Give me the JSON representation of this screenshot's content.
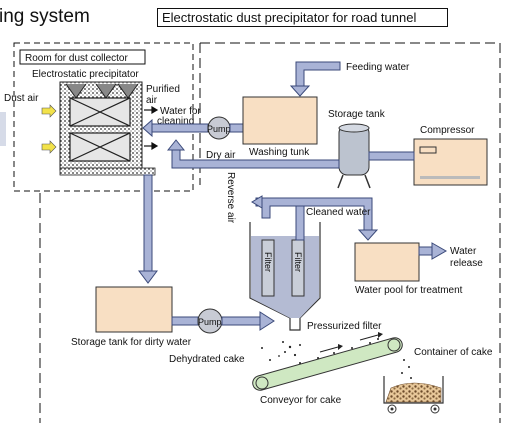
{
  "header": {
    "title_fragment": "ing system",
    "subtitle": "Electrostatic dust precipitator for road tunnel"
  },
  "labels": {
    "room": "Room for dust collector",
    "precipitator": "Electrostatic precipitator",
    "dust_air": "Dust air",
    "purified_1": "Purified",
    "purified_2": "air",
    "water_for_1": "Water for",
    "water_for_2": "cleaning",
    "pump": "Pump",
    "dry_air": "Dry air",
    "washing_tank": "Washing tunk",
    "feeding_water": "Feeding water",
    "storage_tank": "Storage tank",
    "compressor": "Compressor",
    "reverse_air": "Reverse air",
    "cleaned_water": "Cleaned water",
    "filter": "Filter",
    "water_1": "Water",
    "water_2": "release",
    "water_pool": "Water pool for treatment",
    "storage_dirty": "Storage tank for dirty water",
    "pressurized_filter": "Pressurized filter",
    "dehydrated_cake": "Dehydrated cake",
    "container": "Container of cake",
    "conveyor": "Conveyor for cake"
  },
  "colors": {
    "pipe_fill": "#a9b3d6",
    "pipe_stroke": "#3b4a7a",
    "tank_fill": "#f8dfc3",
    "tank_stroke": "#333333",
    "conveyor_fill": "#cfe8c2",
    "filter_fill": "#c9ced8",
    "dust_arrow": "#f2e24a",
    "hopper_fill": "#b4bbd3"
  }
}
